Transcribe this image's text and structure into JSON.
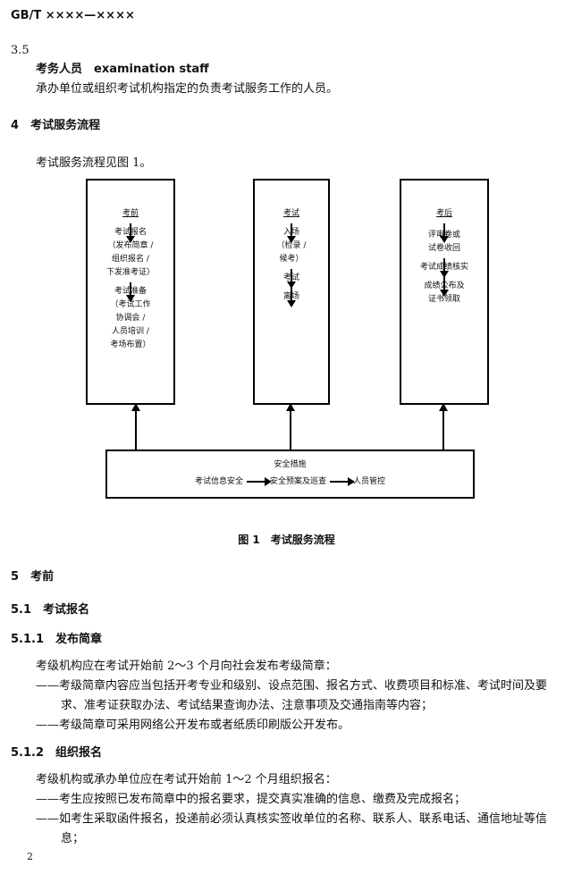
{
  "header": "GB/T ××××—××××",
  "s35": {
    "num": "3.5",
    "term_zh": "考务人员",
    "term_en": "examination staff",
    "def": "承办单位或组织考试机构指定的负责考试服务工作的人员。"
  },
  "s4": {
    "num": "4",
    "title": "考试服务流程",
    "intro": "考试服务流程见图 1。"
  },
  "figure": {
    "before": {
      "title": "考前",
      "steps": [
        [
          "考试报名",
          "（发布简章 /",
          "组织报名 /",
          "下发准考证）"
        ],
        [
          "考试准备",
          "（考试工作",
          "协调会 /",
          "人员培训 /",
          "考场布置）"
        ]
      ]
    },
    "during": {
      "title": "考试",
      "steps": [
        [
          "入场",
          "（检录 /",
          "候考）"
        ],
        [
          "考试"
        ],
        [
          "离场"
        ]
      ]
    },
    "after": {
      "title": "考后",
      "steps": [
        [
          "评审卷或",
          "试卷收回"
        ],
        [
          "考试成绩核实"
        ],
        [
          "成绩公布及",
          "证书领取"
        ]
      ]
    },
    "security": {
      "title": "安全措施",
      "items": [
        "考试信息安全",
        "安全预案及巡查",
        "人员管控"
      ]
    },
    "caption": "图 1　考试服务流程"
  },
  "s5": {
    "num": "5",
    "title": "考前"
  },
  "s51": {
    "num": "5.1",
    "title": "考试报名"
  },
  "s511": {
    "num": "5.1.1",
    "title": "发布简章",
    "intro": "考级机构应在考试开始前 2～3 个月向社会发布考级简章：",
    "items": [
      "——考级简章内容应当包括开考专业和级别、设点范围、报名方式、收费项目和标准、考试时间及要求、准考证获取办法、考试结果查询办法、注意事项及交通指南等内容；",
      "——考级简章可采用网络公开发布或者纸质印刷版公开发布。"
    ]
  },
  "s512": {
    "num": "5.1.2",
    "title": "组织报名",
    "intro": "考级机构或承办单位应在考试开始前 1～2 个月组织报名：",
    "items": [
      "——考生应按照已发布简章中的报名要求，提交真实准确的信息、缴费及完成报名；",
      "——如考生采取函件报名，投递前必须认真核实签收单位的名称、联系人、联系电话、通信地址等信息；"
    ]
  },
  "page_number": "2"
}
